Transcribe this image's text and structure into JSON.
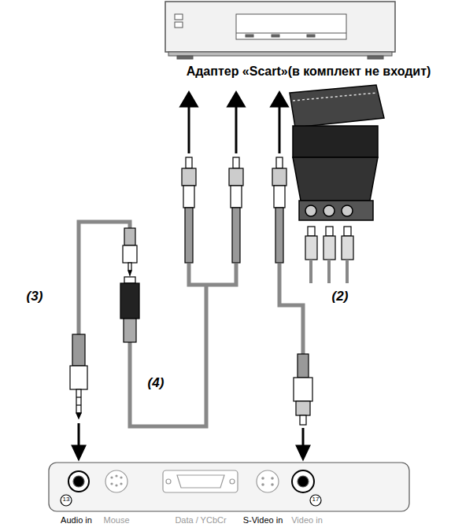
{
  "diagram": {
    "labels": [
      "Адаптер «Scart»(в комплект не входит)",
      "(3)",
      "(2)",
      "(4)",
      "13",
      "17",
      "Audio in",
      "Mouse",
      "Data / YCbCr",
      "S-Video in",
      "Video in"
    ]
  }
}
